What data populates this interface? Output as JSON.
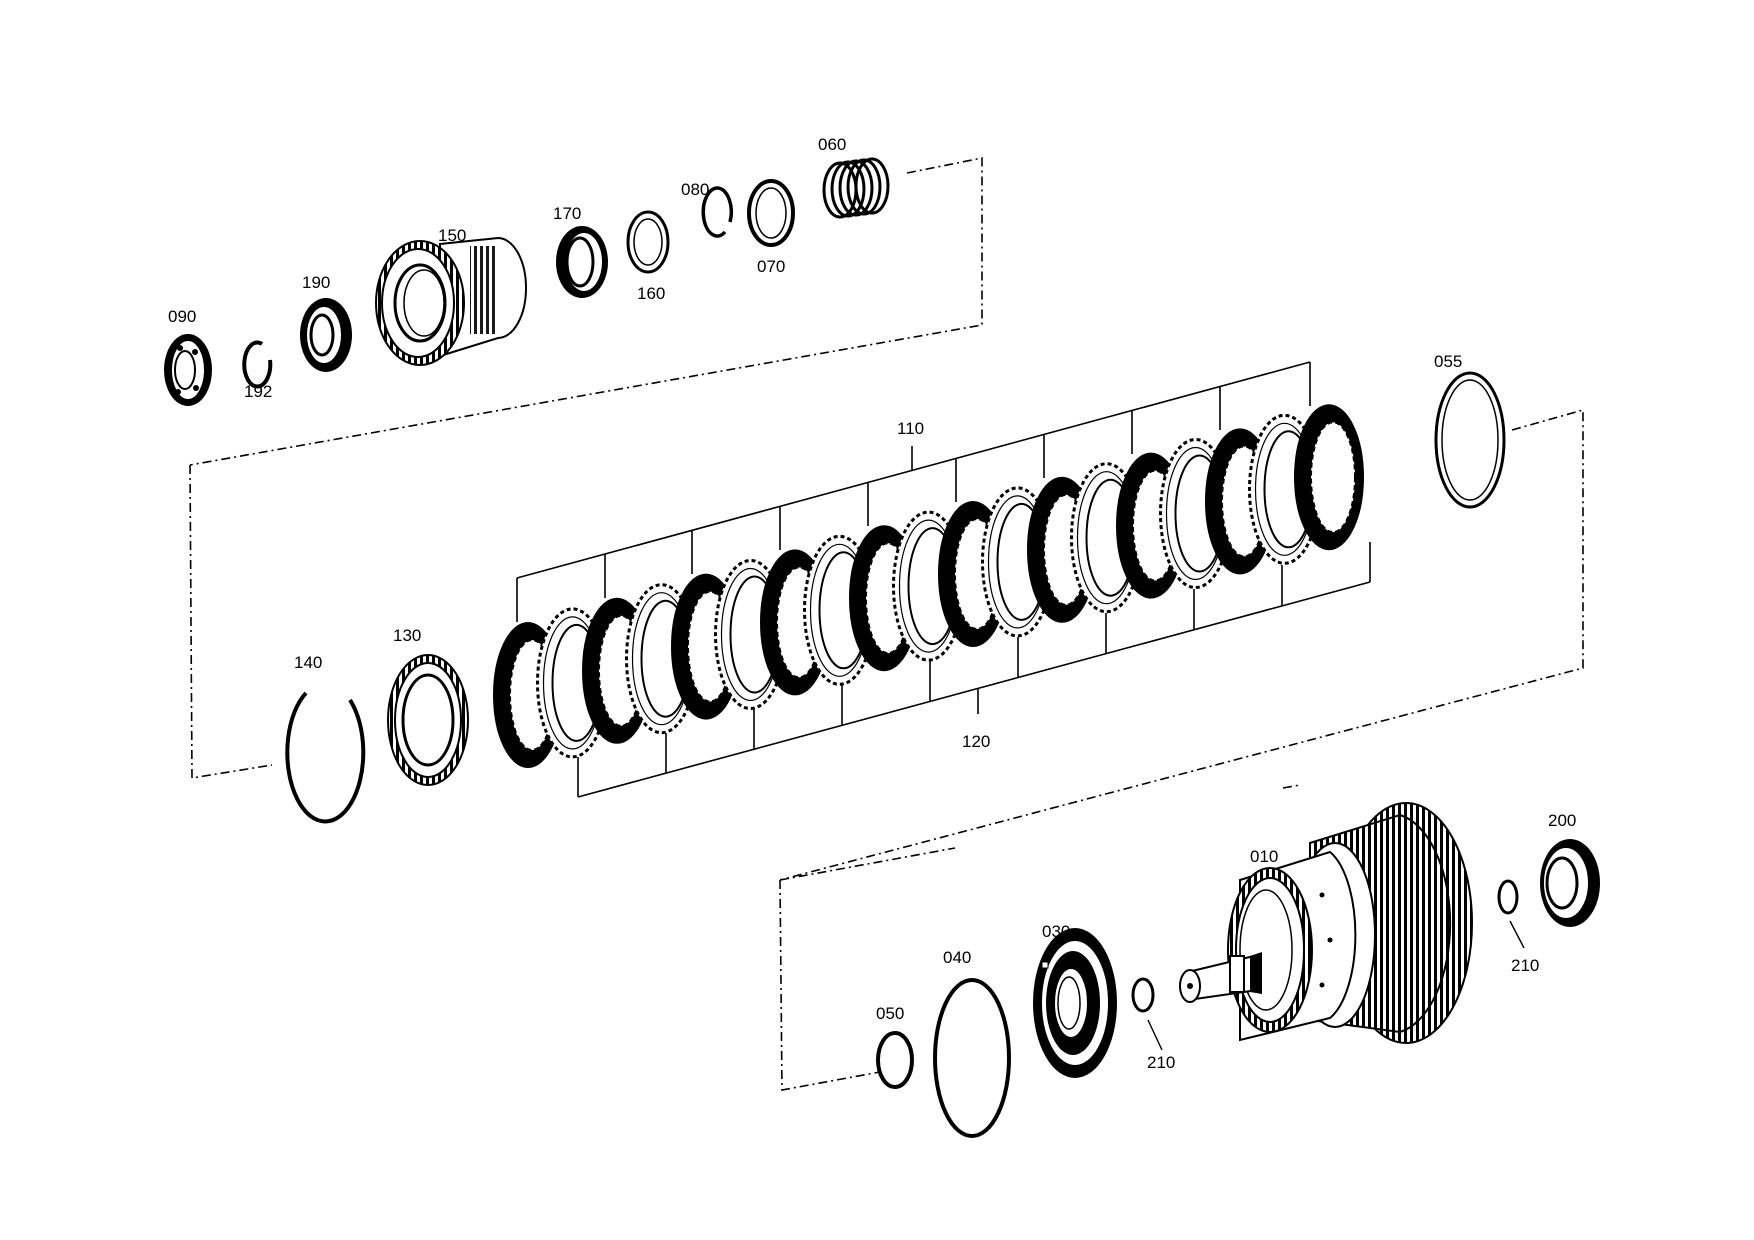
{
  "parts": {
    "p090": "090",
    "p192": "192",
    "p190": "190",
    "p150": "150",
    "p170": "170",
    "p160": "160",
    "p080": "080",
    "p070": "070",
    "p060": "060",
    "p110": "110",
    "p055": "055",
    "p140": "140",
    "p130": "130",
    "p120": "120",
    "p010": "010",
    "p200": "200",
    "p210_right": "210",
    "p030": "030",
    "p040": "040",
    "p050": "050",
    "p210_mid": "210"
  }
}
